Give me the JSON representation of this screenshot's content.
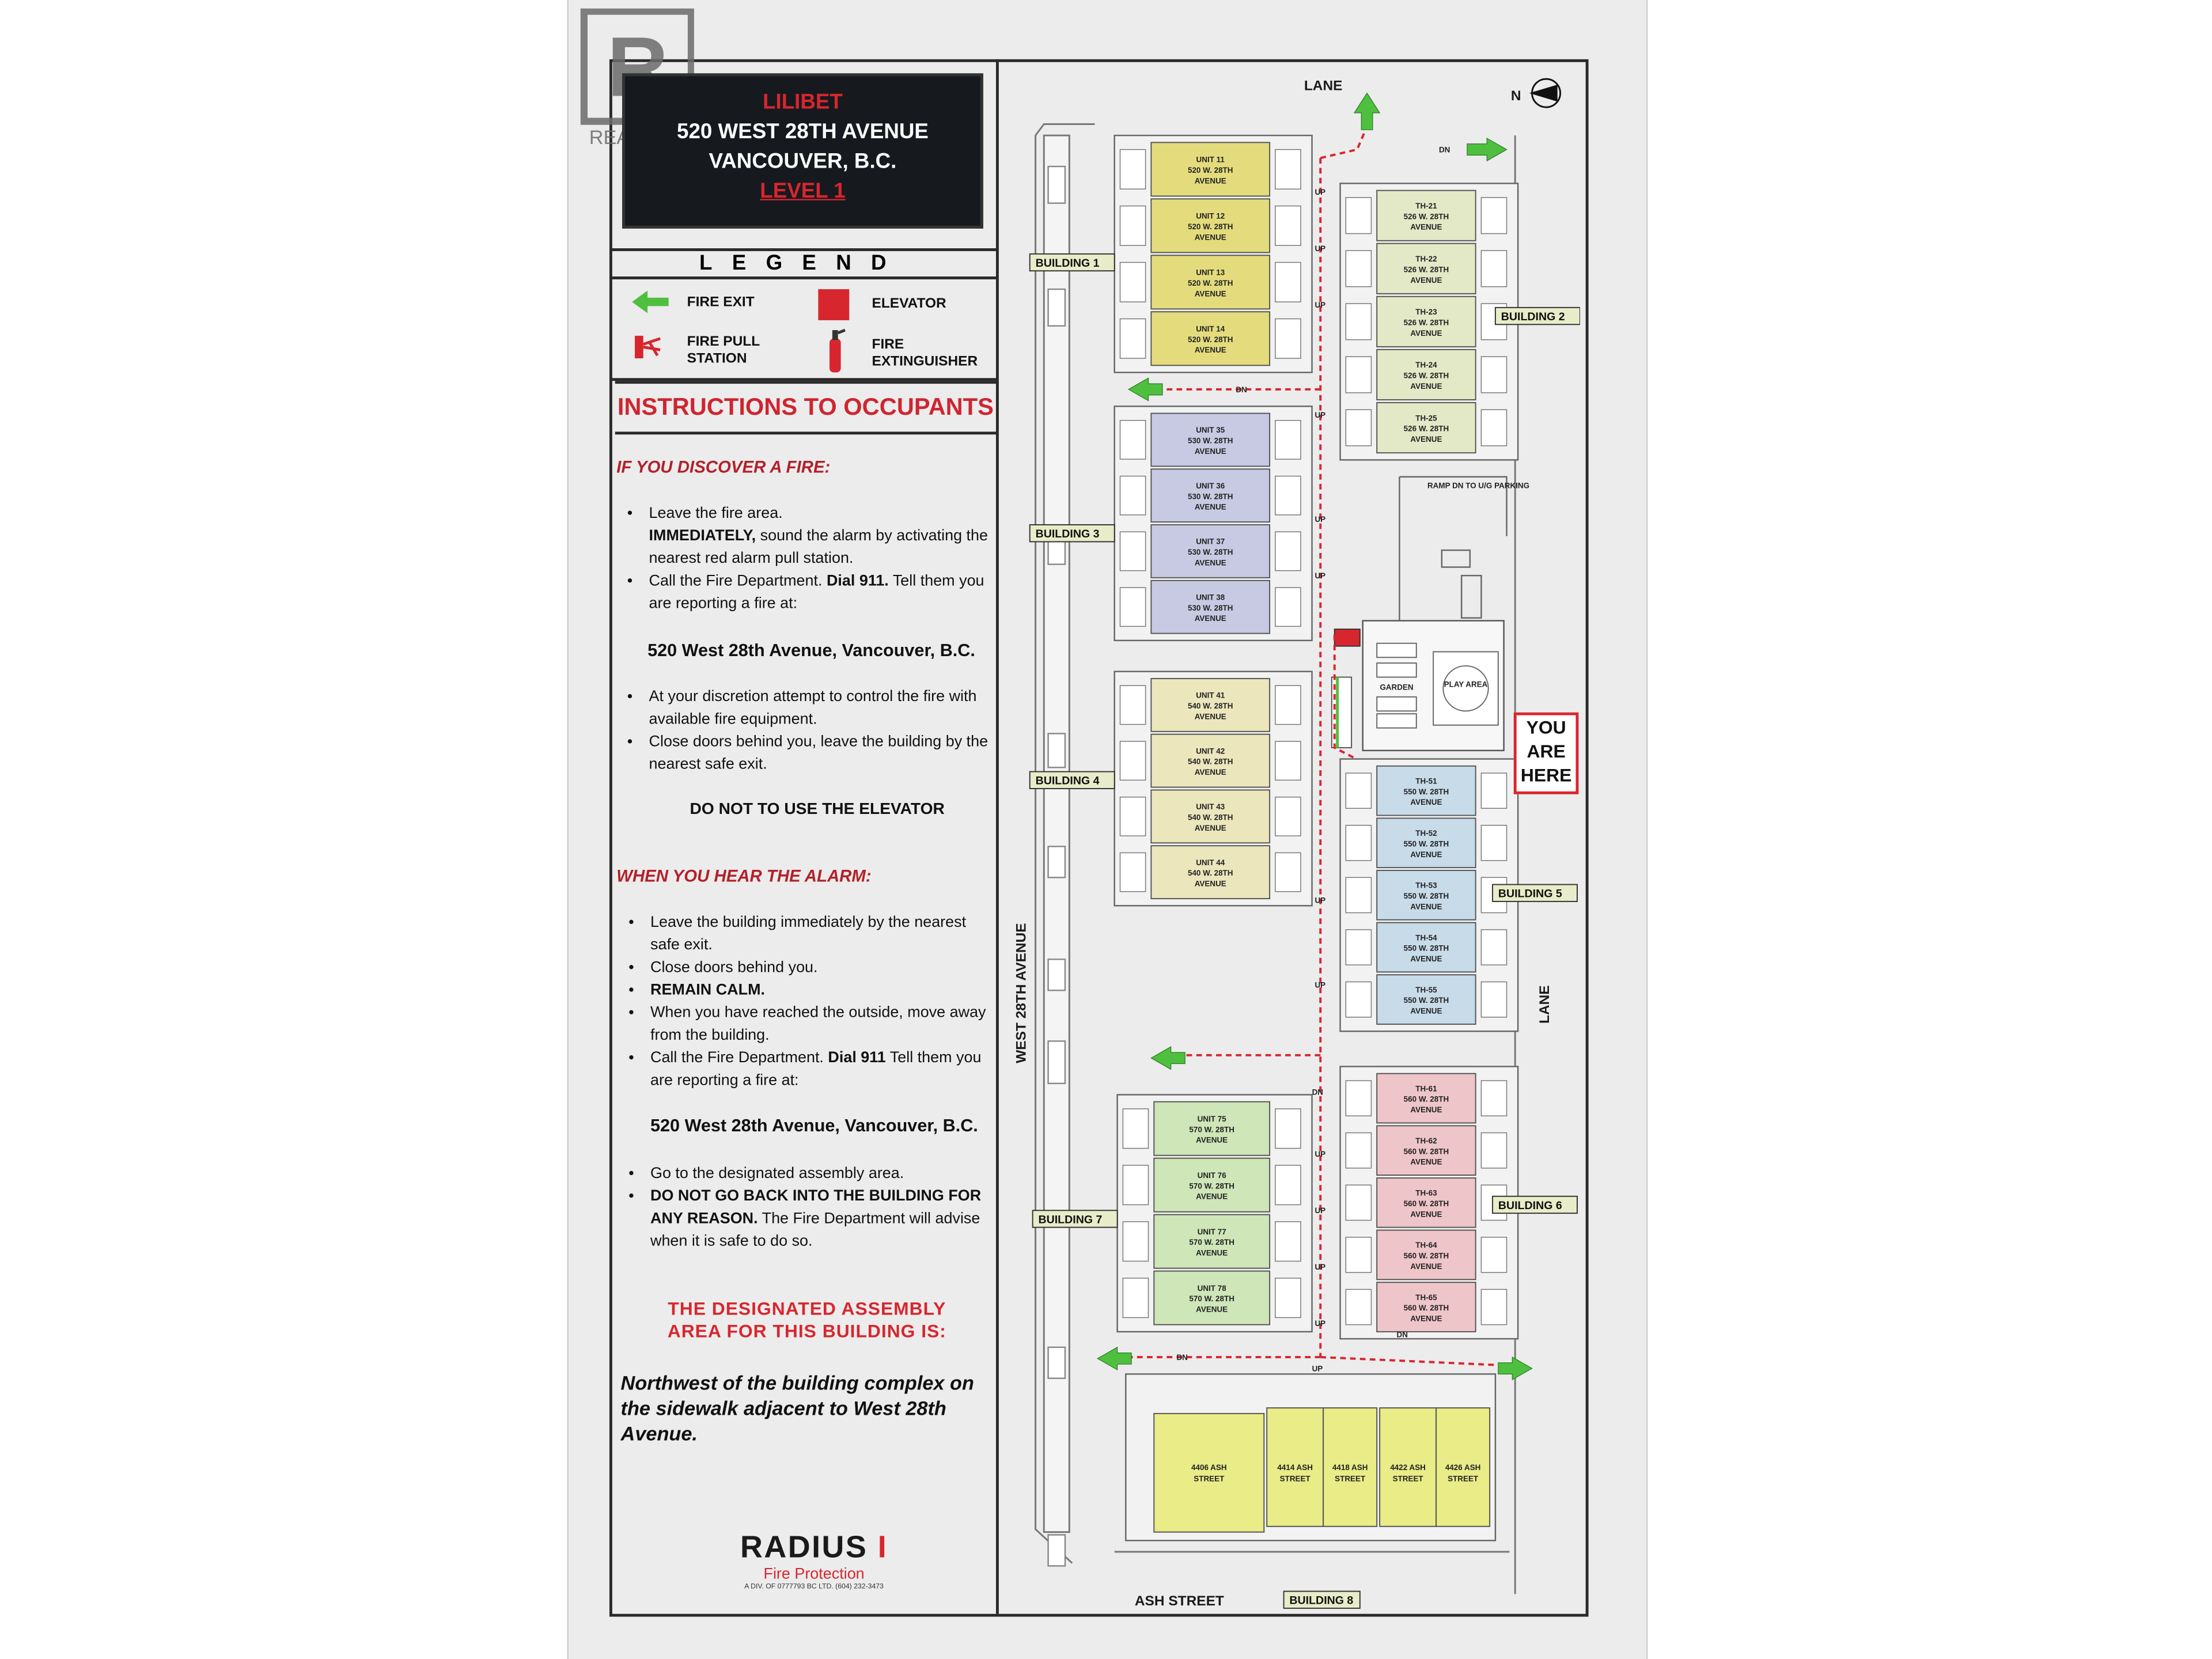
{
  "watermark": {
    "brand": "REALTOR",
    "logo_letter": "R"
  },
  "title": {
    "name": "LILIBET",
    "address_line1": "520 WEST 28TH AVENUE",
    "address_line2": "VANCOUVER, B.C.",
    "level": "LEVEL 1"
  },
  "legend": {
    "heading": "LEGEND",
    "items": [
      {
        "icon": "fire-exit-arrow-icon",
        "label": "FIRE EXIT"
      },
      {
        "icon": "elevator-square-icon",
        "label": "ELEVATOR"
      },
      {
        "icon": "fire-pull-station-icon",
        "label_line1": "FIRE PULL",
        "label_line2": "STATION"
      },
      {
        "icon": "fire-extinguisher-icon",
        "label_line1": "FIRE",
        "label_line2": "EXTINGUISHER"
      }
    ]
  },
  "instructions": {
    "title": "INSTRUCTIONS TO OCCUPANTS",
    "discover": {
      "heading": "IF YOU DISCOVER A FIRE:",
      "step1": "Leave the fire area.",
      "step2_bold": "IMMEDIATELY,",
      "step2_rest": " sound the alarm by activating the nearest red alarm pull station.",
      "step3_a": "Call the Fire Department. ",
      "step3_bold": "Dial 911.",
      "step3_b": " Tell them you are reporting a fire at:",
      "address": "520 West 28th Avenue, Vancouver, B.C.",
      "step4": "At your discretion attempt to control the fire with available fire equipment.",
      "step5": "Close doors behind you, leave the building by the nearest safe exit.",
      "elevator_warning": "DO NOT TO USE THE ELEVATOR"
    },
    "alarm": {
      "heading": "WHEN YOU HEAR THE ALARM:",
      "step1": "Leave the building immediately by the nearest safe exit.",
      "step2": "Close doors behind you.",
      "step3": "REMAIN CALM.",
      "step4": "When you have reached the outside, move away from the building.",
      "step5_a": "Call the Fire Department. ",
      "step5_bold": "Dial 911",
      "step5_b": " Tell them you are reporting a fire at:",
      "address": "520 West 28th Avenue, Vancouver, B.C.",
      "step6": "Go to the designated assembly area.",
      "step7_bold": "DO NOT GO BACK INTO THE BUILDING FOR ANY REASON.",
      "step7_rest": " The Fire Department will advise when it is safe to do so."
    },
    "assembly": {
      "heading_line1": "THE DESIGNATED ASSEMBLY",
      "heading_line2": "AREA FOR THIS BUILDING IS:",
      "text": "Northwest of the building complex on the sidewalk adjacent to West 28th Avenue."
    }
  },
  "company": {
    "name": "RADIUS",
    "sub": "Fire Protection",
    "tiny": "A DIV. OF 0777793 BC LTD.  (604) 232-3473"
  },
  "map": {
    "north": "N",
    "lane_top": "LANE",
    "lane_right": "LANE",
    "street_west": "WEST 28TH AVENUE",
    "street_south": "ASH STREET",
    "ramp": "RAMP DN TO U/G PARKING",
    "garden": "GARDEN",
    "play_area": "PLAY AREA",
    "you_are_here": [
      "YOU",
      "ARE",
      "HERE"
    ],
    "stair_up": "UP",
    "stair_dn": "DN",
    "buildings": [
      {
        "label": "BUILDING 1",
        "units": [
          {
            "line1": "UNIT 11",
            "line2": "520 W. 28TH",
            "line3": "AVENUE"
          },
          {
            "line1": "UNIT 12",
            "line2": "520 W. 28TH",
            "line3": "AVENUE"
          },
          {
            "line1": "UNIT 13",
            "line2": "520 W. 28TH",
            "line3": "AVENUE"
          },
          {
            "line1": "UNIT 14",
            "line2": "520 W. 28TH",
            "line3": "AVENUE"
          }
        ]
      },
      {
        "label": "BUILDING 2",
        "units": [
          {
            "line1": "TH-21",
            "line2": "526 W. 28TH",
            "line3": "AVENUE"
          },
          {
            "line1": "TH-22",
            "line2": "526 W. 28TH",
            "line3": "AVENUE"
          },
          {
            "line1": "TH-23",
            "line2": "526 W. 28TH",
            "line3": "AVENUE"
          },
          {
            "line1": "TH-24",
            "line2": "526 W. 28TH",
            "line3": "AVENUE"
          },
          {
            "line1": "TH-25",
            "line2": "526 W. 28TH",
            "line3": "AVENUE"
          }
        ]
      },
      {
        "label": "BUILDING 3",
        "units": [
          {
            "line1": "UNIT 35",
            "line2": "530 W. 28TH",
            "line3": "AVENUE"
          },
          {
            "line1": "UNIT 36",
            "line2": "530 W. 28TH",
            "line3": "AVENUE"
          },
          {
            "line1": "UNIT 37",
            "line2": "530 W. 28TH",
            "line3": "AVENUE"
          },
          {
            "line1": "UNIT 38",
            "line2": "530 W. 28TH",
            "line3": "AVENUE"
          }
        ]
      },
      {
        "label": "BUILDING 4",
        "units": [
          {
            "line1": "UNIT 41",
            "line2": "540 W. 28TH",
            "line3": "AVENUE"
          },
          {
            "line1": "UNIT 42",
            "line2": "540 W. 28TH",
            "line3": "AVENUE"
          },
          {
            "line1": "UNIT 43",
            "line2": "540 W. 28TH",
            "line3": "AVENUE"
          },
          {
            "line1": "UNIT 44",
            "line2": "540 W. 28TH",
            "line3": "AVENUE"
          }
        ]
      },
      {
        "label": "BUILDING 5",
        "units": [
          {
            "line1": "TH-51",
            "line2": "550 W. 28TH",
            "line3": "AVENUE"
          },
          {
            "line1": "TH-52",
            "line2": "550 W. 28TH",
            "line3": "AVENUE"
          },
          {
            "line1": "TH-53",
            "line2": "550 W. 28TH",
            "line3": "AVENUE"
          },
          {
            "line1": "TH-54",
            "line2": "550 W. 28TH",
            "line3": "AVENUE"
          },
          {
            "line1": "TH-55",
            "line2": "550 W. 28TH",
            "line3": "AVENUE"
          }
        ]
      },
      {
        "label": "BUILDING 6",
        "units": [
          {
            "line1": "TH-61",
            "line2": "560 W. 28TH",
            "line3": "AVENUE"
          },
          {
            "line1": "TH-62",
            "line2": "560 W. 28TH",
            "line3": "AVENUE"
          },
          {
            "line1": "TH-63",
            "line2": "560 W. 28TH",
            "line3": "AVENUE"
          },
          {
            "line1": "TH-64",
            "line2": "560 W. 28TH",
            "line3": "AVENUE"
          },
          {
            "line1": "TH-65",
            "line2": "560 W. 28TH",
            "line3": "AVENUE"
          }
        ]
      },
      {
        "label": "BUILDING 7",
        "units": [
          {
            "line1": "UNIT 75",
            "line2": "570 W. 28TH",
            "line3": "AVENUE"
          },
          {
            "line1": "UNIT 76",
            "line2": "570 W. 28TH",
            "line3": "AVENUE"
          },
          {
            "line1": "UNIT 77",
            "line2": "570 W. 28TH",
            "line3": "AVENUE"
          },
          {
            "line1": "UNIT 78",
            "line2": "570 W. 28TH",
            "line3": "AVENUE"
          }
        ]
      },
      {
        "label": "BUILDING 8",
        "units": [
          {
            "line1": "4406 ASH",
            "line2": "STREET"
          },
          {
            "line1": "4414 ASH",
            "line2": "STREET"
          },
          {
            "line1": "4418 ASH",
            "line2": "STREET"
          },
          {
            "line1": "4422 ASH",
            "line2": "STREET"
          },
          {
            "line1": "4426 ASH",
            "line2": "STREET"
          }
        ]
      }
    ],
    "colors": {
      "b1": "#e4dc7c",
      "b2": "#e3e8c6",
      "b3": "#c8cae3",
      "b4": "#ebe6bc",
      "b5": "#c7dbe9",
      "b6": "#eec5c9",
      "b7": "#cfe6b8",
      "b8": "#e9ec87",
      "route": "#d8262e",
      "exit": "#4fbf3f"
    }
  }
}
